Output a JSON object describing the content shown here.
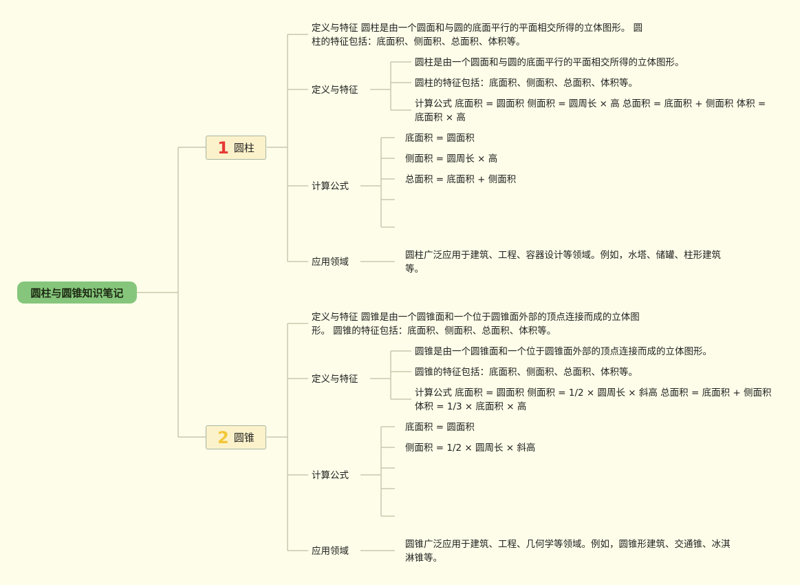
{
  "root": "圆柱与圆锥知识笔记",
  "colors": {
    "background": "#fdfde9",
    "root": "#86c67c",
    "main_bg": "#fbf2cb",
    "line": "#c9c8b0",
    "num1": "#e63b36",
    "num2": "#f3c73a"
  },
  "sections": [
    {
      "num": "1",
      "title": "圆柱",
      "summary": [
        "定义与特征 圆柱是由一个圆面和与圆的底面平行的平面相交所得的立体图形。 圆",
        "柱的特征包括：底面积、侧面积、总面积、体积等。"
      ],
      "definition": {
        "label": "定义与特征",
        "items": [
          "圆柱是由一个圆面和与圆的底面平行的平面相交所得的立体图形。",
          "圆柱的特征包括：底面积、侧面积、总面积、体积等。"
        ],
        "formula": [
          "计算公式 底面积 = 圆面积 侧面积 = 圆周长 × 高 总面积 = 底面积 + 侧面积 体积 =",
          "底面积 × 高"
        ]
      },
      "calc": {
        "label": "计算公式",
        "items": [
          "底面积 = 圆面积",
          "侧面积 = 圆周长 × 高",
          "总面积 = 底面积 + 侧面积"
        ]
      },
      "app": {
        "label": "应用领域",
        "text": [
          "圆柱广泛应用于建筑、工程、容器设计等领域。例如，水塔、储罐、柱形建筑",
          "等。"
        ]
      }
    },
    {
      "num": "2",
      "title": "圆锥",
      "summary": [
        "定义与特征 圆锥是由一个圆锥面和一个位于圆锥面外部的顶点连接而成的立体图",
        "形。 圆锥的特征包括：底面积、侧面积、总面积、体积等。"
      ],
      "definition": {
        "label": "定义与特征",
        "items": [
          "圆锥是由一个圆锥面和一个位于圆锥面外部的顶点连接而成的立体图形。",
          "圆锥的特征包括：底面积、侧面积、总面积、体积等。"
        ],
        "formula": [
          "计算公式 底面积 = 圆面积 侧面积 = 1/2 × 圆周长 × 斜高 总面积 = 底面积 + 侧面积",
          "体积 = 1/3 × 底面积 × 高"
        ]
      },
      "calc": {
        "label": "计算公式",
        "items": [
          "底面积 = 圆面积",
          "侧面积 = 1/2 × 圆周长 × 斜高"
        ]
      },
      "app": {
        "label": "应用领域",
        "text": [
          "圆锥广泛应用于建筑、工程、几何学等领域。例如，圆锥形建筑、交通锥、冰淇",
          "淋锥等。"
        ]
      }
    }
  ]
}
